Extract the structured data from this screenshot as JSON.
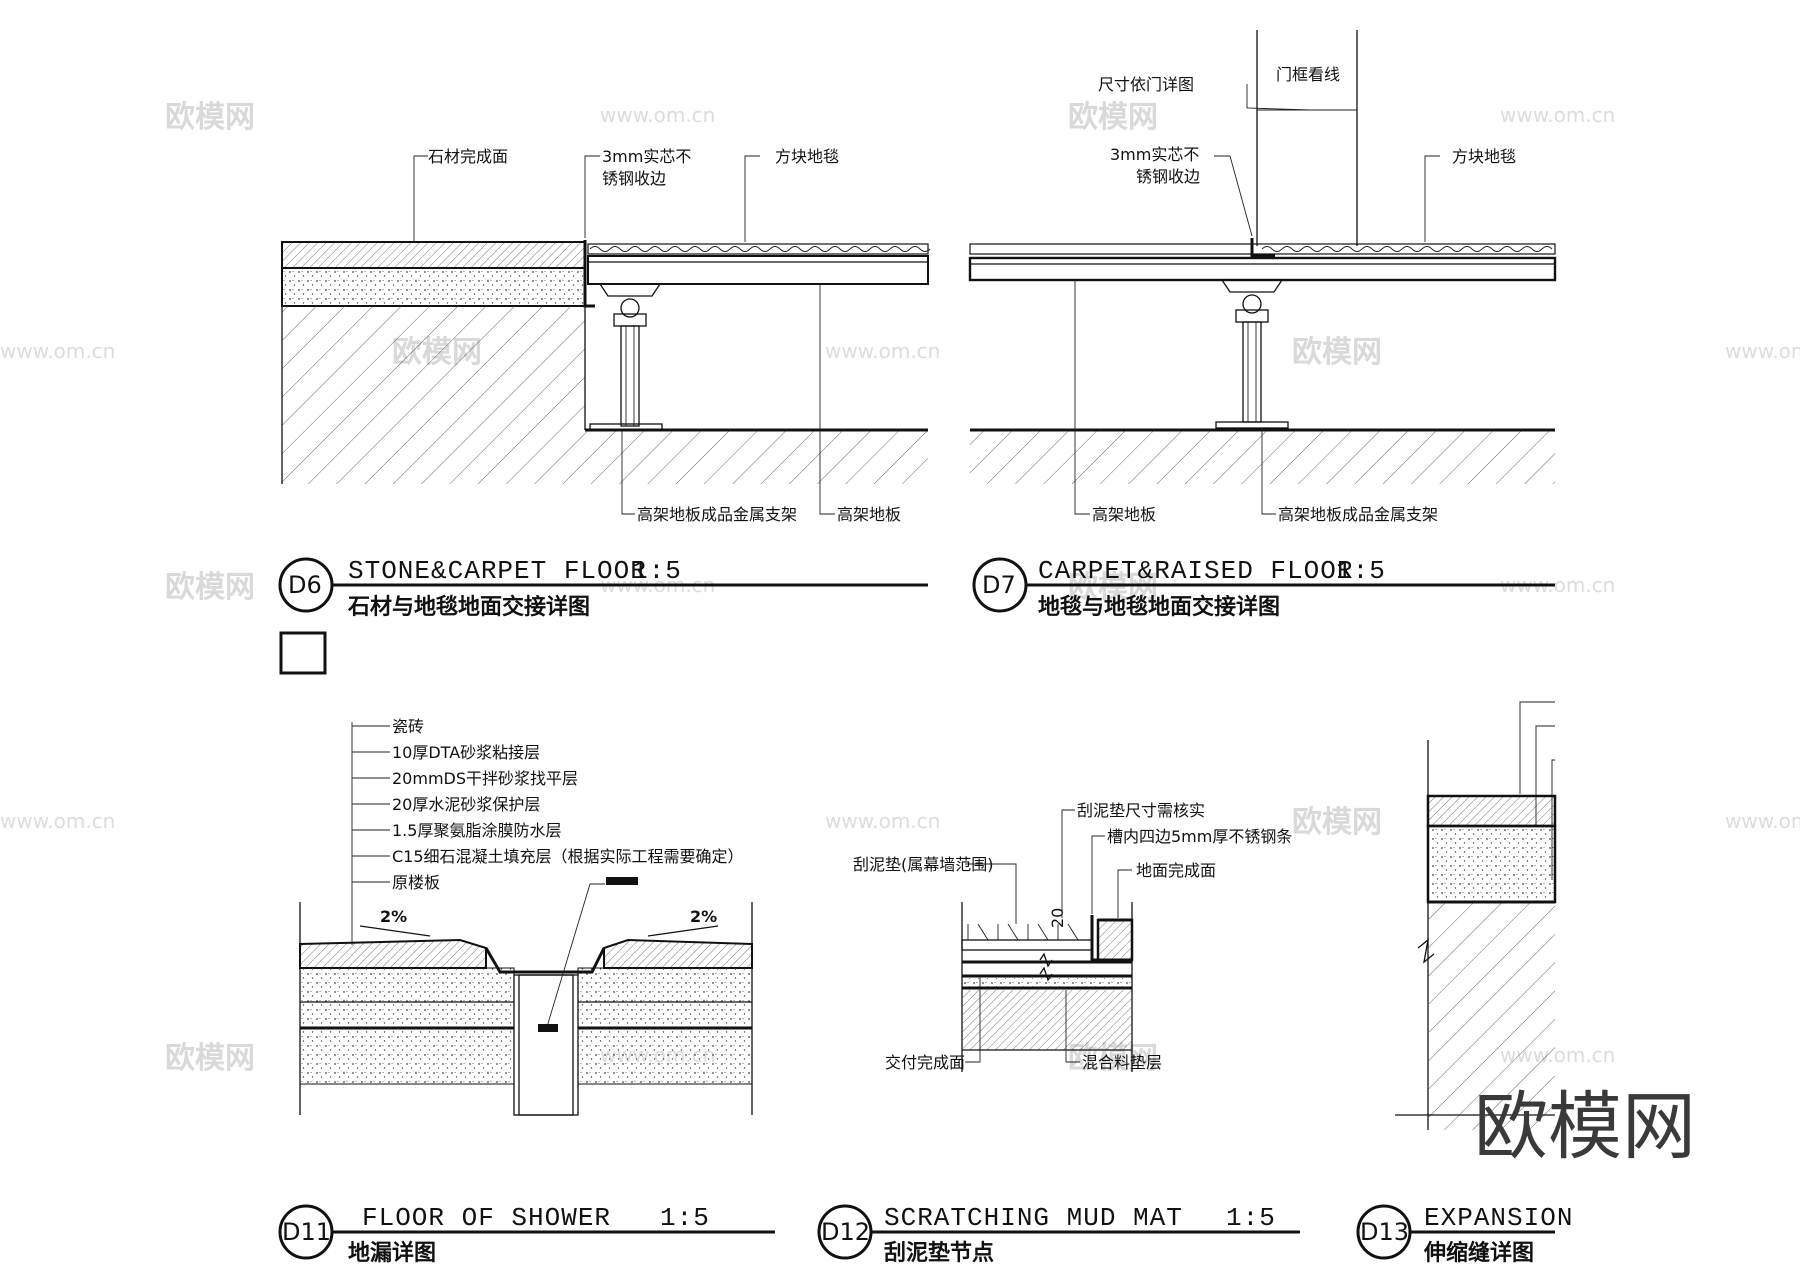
{
  "drawings": {
    "d6": {
      "tag": "D6",
      "title_en": "STONE&CARPET FLOOR",
      "scale": "1:5",
      "title_cn": "石材与地毯地面交接详图",
      "labels": [
        "石材完成面",
        "3mm实芯不",
        "锈钢收边",
        "方块地毯",
        "高架地板成品金属支架",
        "高架地板"
      ]
    },
    "d7": {
      "tag": "D7",
      "title_en": "CARPET&RAISED FLOOR",
      "scale": "1:5",
      "title_cn": "地毯与地毯地面交接详图",
      "labels": [
        "尺寸依门详图",
        "门框看线",
        "3mm实芯不",
        "锈钢收边",
        "方块地毯",
        "高架地板",
        "高架地板成品金属支架"
      ]
    },
    "d11": {
      "tag": "D11",
      "title_en": "FLOOR OF SHOWER",
      "scale": "1:5",
      "title_cn": "地漏详图",
      "layers": [
        "瓷砖",
        "10厚DTA砂浆粘接层",
        "20mmDS干拌砂浆找平层",
        "20厚水泥砂浆保护层",
        "1.5厚聚氨脂涂膜防水层",
        "C15细石混凝土填充层（根据实际工程需要确定）",
        "原楼板"
      ],
      "slope_left": "2%",
      "slope_right": "2%"
    },
    "d12": {
      "tag": "D12",
      "title_en": "SCRATCHING MUD MAT",
      "scale": "1:5",
      "title_cn": "刮泥垫节点",
      "labels": [
        "刮泥垫尺寸需核实",
        "槽内四边5mm厚不锈钢条",
        "地面完成面",
        "刮泥垫(属幕墙范围)",
        "交付完成面",
        "混合料垫层",
        "20"
      ]
    },
    "d13": {
      "tag": "D13",
      "title_en": "EXPANSION",
      "title_cn": "伸缩缝详图"
    }
  },
  "watermarks": {
    "brand": "欧模网",
    "url": "www.om.cn"
  }
}
